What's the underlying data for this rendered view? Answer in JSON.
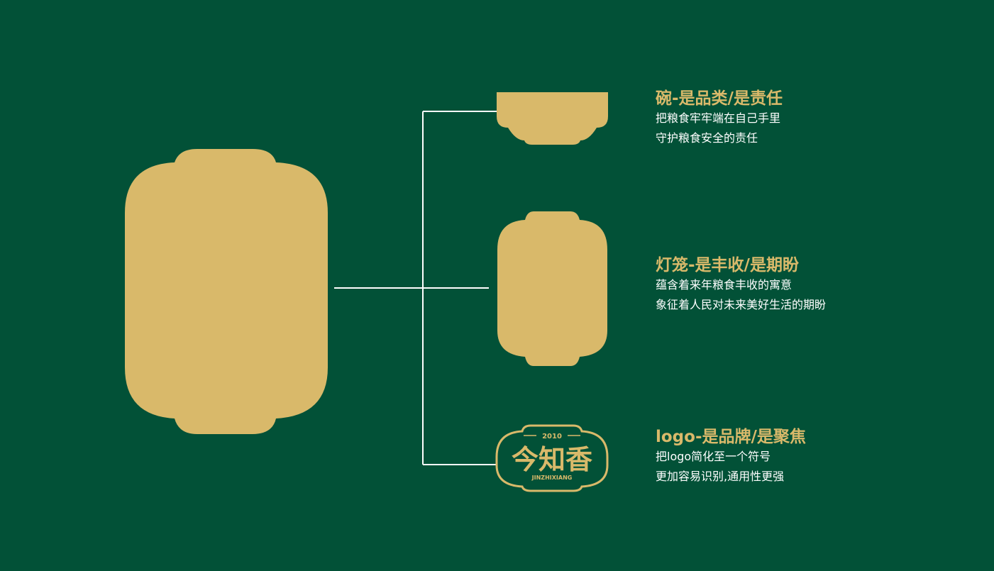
{
  "colors": {
    "background": "#025137",
    "gold": "#D9B96A",
    "line": "#FFFFFF",
    "body_text": "#FFFFFF"
  },
  "logo": {
    "year": "2010",
    "name_cn": "今知香",
    "name_pinyin": "JINZHIXIANG"
  },
  "bowl": {
    "title": "碗-是品类/是责任",
    "lines": [
      "把粮食牢牢端在自己手里",
      "守护粮食安全的责任"
    ]
  },
  "lantern": {
    "title": "灯笼-是丰收/是期盼",
    "lines": [
      "蕴含着来年粮食丰收的寓意",
      "象征着人民对未来美好生活的期盼"
    ]
  },
  "logo_block": {
    "title": "logo-是品牌/是聚焦",
    "lines": [
      "把logo简化至一个符号",
      "更加容易识别,通用性更强"
    ]
  }
}
